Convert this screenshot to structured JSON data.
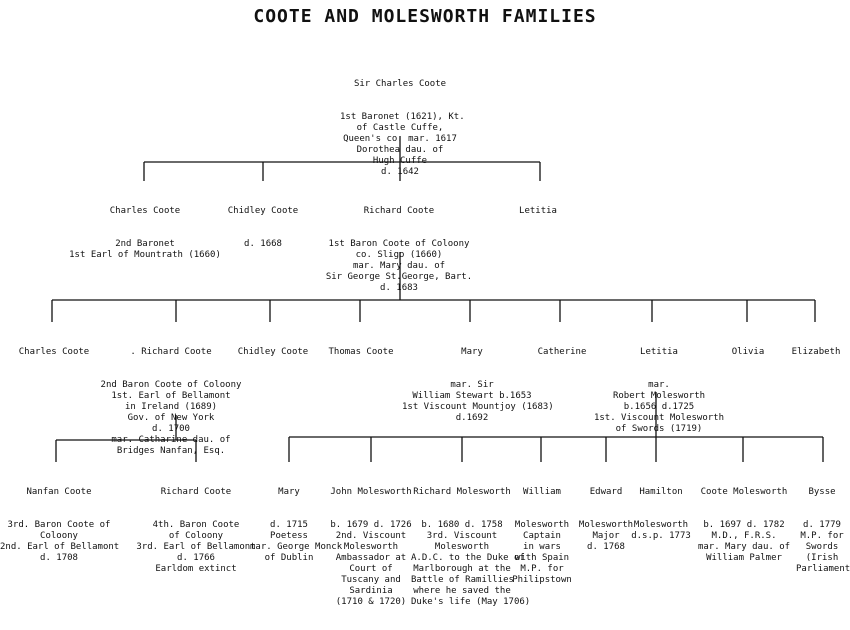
{
  "title": "COOTE AND MOLESWORTH FAMILIES",
  "colors": {
    "ink": "#111111",
    "paper": "#ffffff"
  },
  "people": {
    "sir_charles": {
      "name": "Sir Charles Coote",
      "detail": "1st Baronet (1621), Kt.\nof Castle Cuffe,\nQueen's co. mar. 1617\nDorothea dau. of\nHugh Cuffe\nd. 1642"
    },
    "charles_2nd": {
      "name": "Charles Coote",
      "detail": "2nd Baronet\n1st Earl of Mountrath (1660)"
    },
    "chidley_1": {
      "name": "Chidley Coote",
      "detail": "d. 1668"
    },
    "richard_1": {
      "name": "Richard Coote",
      "detail": "1st Baron Coote of Coloony\nco. Sligo (1660)\nmar. Mary dau. of\nSir George St.George, Bart.\nd. 1683"
    },
    "letitia_1": {
      "name": "Letitia",
      "detail": ""
    },
    "charles_gen3": {
      "name": "Charles Coote",
      "detail": ""
    },
    "richard_2": {
      "name": ". Richard Coote",
      "detail": "2nd Baron Coote of Coloony\n1st. Earl of Bellamont\nin Ireland (1689)\nGov. of New York\nd. 1700\nmar. Catharine dau. of\nBridges Nanfan, Esq."
    },
    "chidley_2": {
      "name": "Chidley Coote",
      "detail": ""
    },
    "thomas": {
      "name": "Thomas Coote",
      "detail": ""
    },
    "mary_gen3": {
      "name": "Mary",
      "detail": "mar. Sir\nWilliam Stewart b.1653\n1st Viscount Mountjoy (1683)\nd.1692"
    },
    "catherine": {
      "name": "Catherine",
      "detail": ""
    },
    "letitia_2": {
      "name": "Letitia",
      "detail": "mar.\nRobert Molesworth\nb.1656 d.1725\n1st. Viscount Molesworth\nof Swords (1719)"
    },
    "olivia": {
      "name": "Olivia",
      "detail": ""
    },
    "elizabeth": {
      "name": "Elizabeth",
      "detail": ""
    },
    "nanfan": {
      "name": "Nanfan Coote",
      "detail": "3rd. Baron Coote of\nColoony\n2nd. Earl of Bellamont\nd. 1708"
    },
    "richard_4th": {
      "name": "Richard Coote",
      "detail": "4th. Baron Coote\nof Coloony\n3rd. Earl of Bellamont\nd. 1766\nEarldom extinct"
    },
    "mary_gen4": {
      "name": "Mary",
      "detail": "d. 1715\nPoetess\nmar. George Monck\nof Dublin"
    },
    "john_m": {
      "name": "John Molesworth",
      "detail": "b. 1679 d. 1726\n2nd. Viscount\nMolesworth\nAmbassador at\nCourt of\nTuscany and\nSardinia\n(1710 & 1720)"
    },
    "richard_m": {
      "name": "Richard Molesworth",
      "detail": "b. 1680 d. 1758\n3rd. Viscount\nMolesworth\nA.D.C. to the Duke of\nMarlborough at the\nBattle of Ramillies\nwhere he saved the\nDuke's life (May 1706)"
    },
    "william_m": {
      "name": "William",
      "detail": "Molesworth\nCaptain\nin wars\nwith Spain\nM.P. for\nPhilipstown"
    },
    "edward_m": {
      "name": "Edward",
      "detail": "Molesworth\nMajor\nd. 1768"
    },
    "hamilton_m": {
      "name": "Hamilton",
      "detail": "Molesworth\nd.s.p. 1773"
    },
    "coote_m": {
      "name": "Coote Molesworth",
      "detail": "b. 1697 d. 1782\nM.D., F.R.S.\nmar. Mary dau. of\nWilliam Palmer"
    },
    "bysse": {
      "name": "Bysse",
      "detail": "d. 1779\nM.P. for\nSwords\n(Irish\nParliament)"
    }
  }
}
